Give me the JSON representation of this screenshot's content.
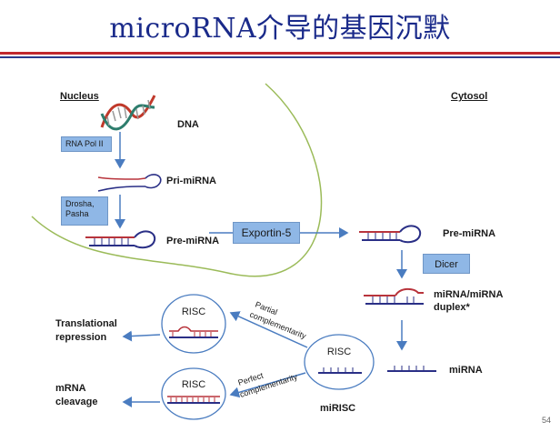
{
  "slide": {
    "title": "microRNA介导的基因沉默",
    "page_number": "54"
  },
  "labels": {
    "nucleus": "Nucleus",
    "cytosol": "Cytosol",
    "dna": "DNA",
    "pri_mirna": "Pri-miRNA",
    "pre_mirna_left": "Pre-miRNA",
    "pre_mirna_right": "Pre-miRNA",
    "duplex_line1": "miRNA/miRNA",
    "duplex_line2": "duplex*",
    "mirna": "miRNA",
    "mirisc": "miRISC",
    "translational_line1": "Translational",
    "translational_line2": "repression",
    "mrna_line1": "mRNA",
    "mrna_line2": "cleavage",
    "partial_line1": "Partial",
    "partial_line2": "complementarity",
    "perfect_line1": "Perfect",
    "perfect_line2": "complementarity"
  },
  "boxes": {
    "rna_pol": "RNA Pol II",
    "drosha_line1": "Drosha,",
    "drosha_line2": "Pasha",
    "exportin": "Exportin-5",
    "dicer": "Dicer"
  },
  "risc": {
    "center": "RISC",
    "top": "RISC",
    "bottom": "RISC"
  },
  "colors": {
    "arrow": "#4a7cc0",
    "rna_red": "#b8343c",
    "rna_blue": "#2a2f86",
    "nucleus_curve": "#9bbb59",
    "box_fill": "#8fb7e6"
  }
}
